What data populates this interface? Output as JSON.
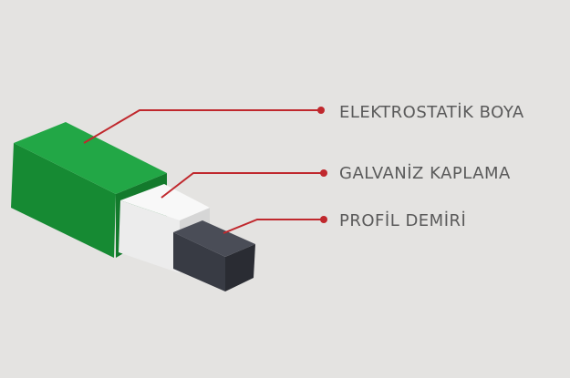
{
  "labels": [
    "ELEKTROSTATİK BOYA",
    "GALVANİZ KAPLAMA",
    "PROFİL DEMİRİ"
  ],
  "colors": {
    "paint": "#1f9a3e",
    "galvanized": "#f2f2f2",
    "iron": "#3a3d46",
    "leader": "#c0282d",
    "background": "#e4e3e1"
  }
}
